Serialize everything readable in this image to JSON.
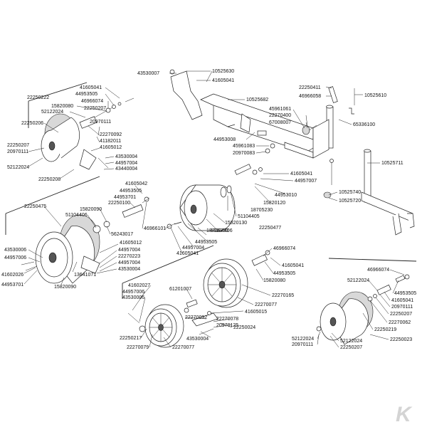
{
  "diagram": {
    "labels": [
      "10525630",
      "43530007",
      "41605041",
      "10525682",
      "22250411",
      "46966058",
      "10525610",
      "45961061",
      "22270400",
      "67008007",
      "65336100",
      "44953008",
      "45961083",
      "20970083",
      "41605041",
      "44957007",
      "44953010",
      "10525711",
      "10525740",
      "10525720",
      "41605041",
      "44953505",
      "46966074",
      "15820080",
      "52122024",
      "22250207",
      "22250222",
      "22250206",
      "20970111",
      "22270092",
      "41182011",
      "41605012",
      "22250207",
      "20970111",
      "52122024",
      "43530004",
      "44957004",
      "43440004",
      "22250208",
      "41605042",
      "44953505",
      "44953701",
      "22250100",
      "15820090",
      "51104406",
      "56243017",
      "46966101",
      "22250475",
      "41605012",
      "43530006",
      "44957006",
      "41602026",
      "44953701",
      "13641071",
      "15820090",
      "44957004",
      "22270223",
      "44957004",
      "43530004",
      "15820120",
      "18705230",
      "51104405",
      "15820130",
      "18705230",
      "51104406",
      "44953505",
      "44957004",
      "41605041",
      "22250477",
      "46966074",
      "41605041",
      "44953505",
      "15820080",
      "61201007",
      "22270165",
      "22270077",
      "41605015",
      "22270092",
      "22270078",
      "20970125",
      "43530004",
      "22250024",
      "41602027",
      "44957006",
      "43530006",
      "22250217",
      "22270079",
      "22270077",
      "46966074",
      "52122024",
      "44953505",
      "41605041",
      "20970111",
      "22250207",
      "22270062",
      "22250219",
      "52122024",
      "20970111",
      "52122024",
      "22250207",
      "22250023"
    ],
    "logo_text": "K"
  }
}
